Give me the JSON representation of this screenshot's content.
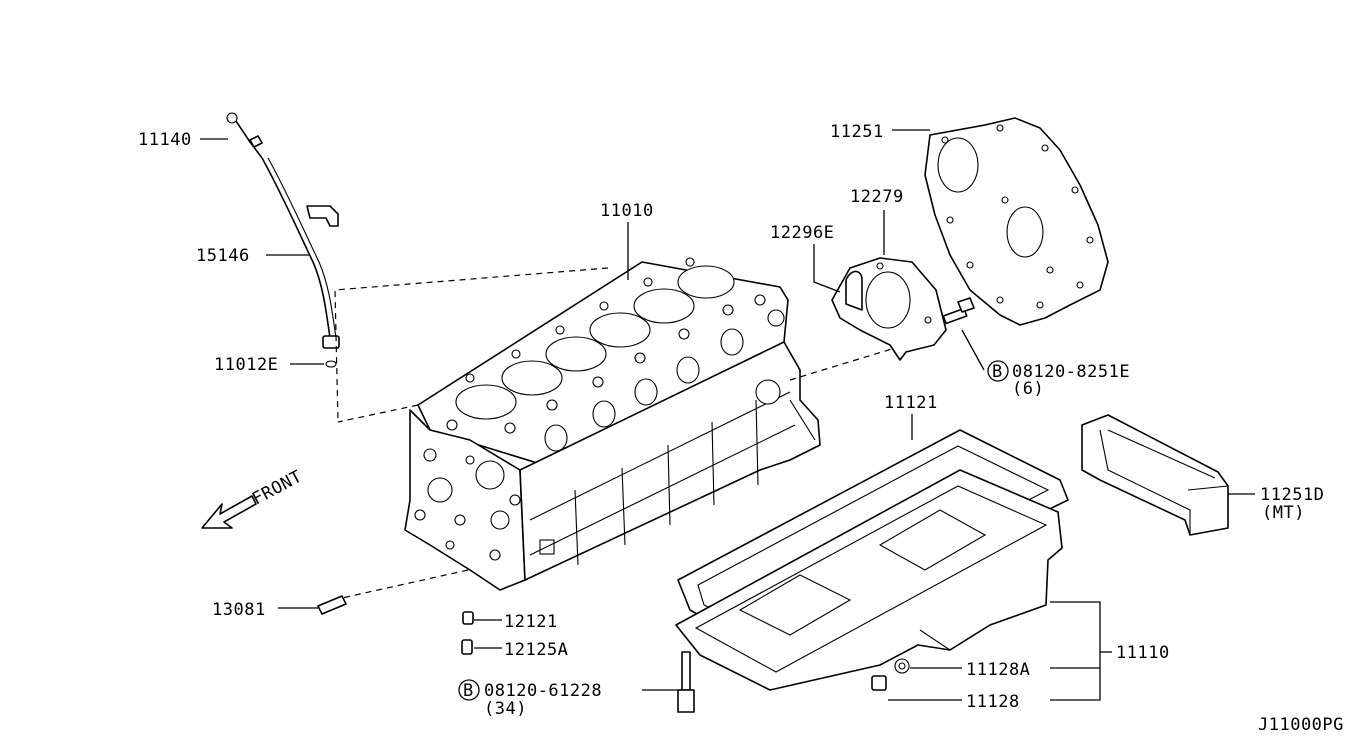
{
  "labels": {
    "p11140": "11140",
    "p15146": "15146",
    "p11012e": "11012E",
    "p11010": "11010",
    "p12279": "12279",
    "p12296e": "12296E",
    "p11251": "11251",
    "p08120_8251e": "08120-8251E",
    "p08120_8251e_qty": "(6)",
    "p11121": "11121",
    "p11251d": "11251D",
    "p11251d_note": "(MT)",
    "front": "FRONT",
    "p13081": "13081",
    "p12121": "12121",
    "p12125a": "12125A",
    "p08120_61228": "08120-61228",
    "p08120_61228_qty": "(34)",
    "p11128a": "11128A",
    "p11128": "11128",
    "p11110": "11110",
    "bolt_marker": "B",
    "figure_id": "J11000PG"
  }
}
